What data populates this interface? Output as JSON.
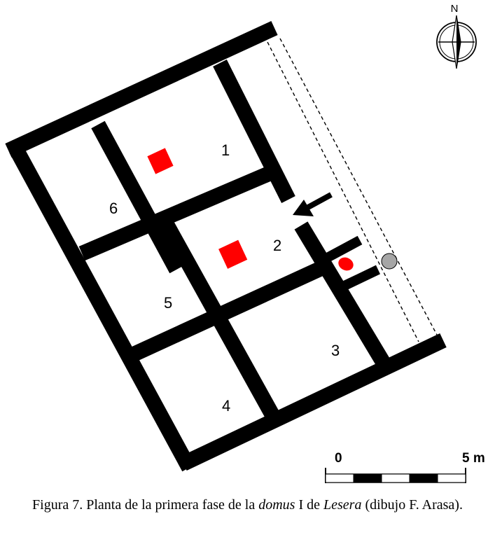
{
  "north": {
    "label": "N"
  },
  "rooms": [
    {
      "id": "room-1",
      "label": "1"
    },
    {
      "id": "room-2",
      "label": "2"
    },
    {
      "id": "room-3",
      "label": "3"
    },
    {
      "id": "room-4",
      "label": "4"
    },
    {
      "id": "room-5",
      "label": "5"
    },
    {
      "id": "room-6",
      "label": "6"
    }
  ],
  "scale_bar": {
    "start_label": "0",
    "end_label": "5 m"
  },
  "colors": {
    "walls": "#000000",
    "feature_red": "#ff0000",
    "feature_grey": "#a6a6a6"
  },
  "caption": {
    "part1": "Figura 7. Planta de la primera fase de la ",
    "italic1": "domus",
    "part2": " I de ",
    "italic2": "Lesera",
    "part3": " (dibujo F. Arasa)."
  }
}
